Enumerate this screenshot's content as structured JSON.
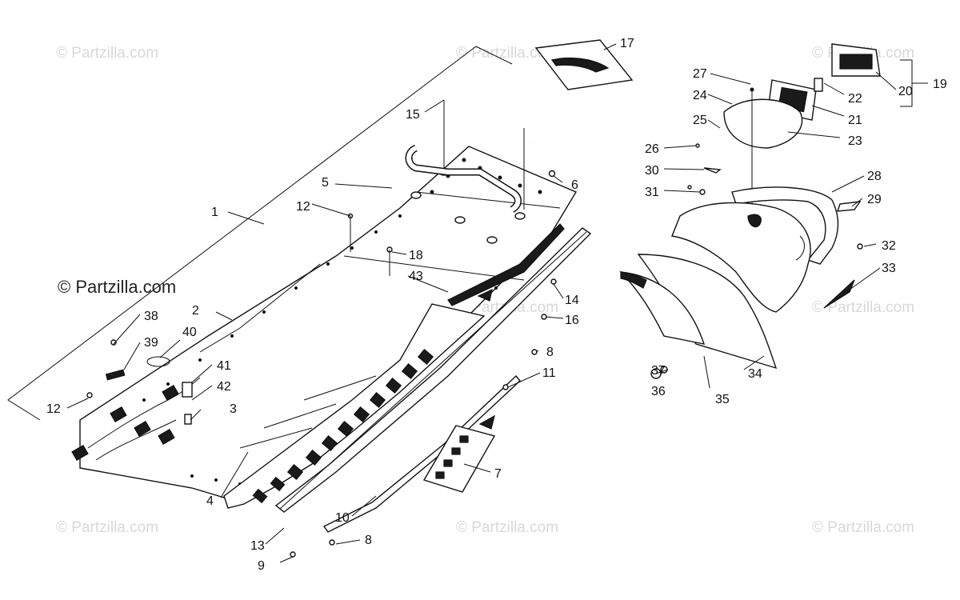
{
  "watermark": {
    "text": "© Partzilla.com",
    "prominent_text": "© Partzilla.com"
  },
  "callouts": {
    "c1": "1",
    "c2": "2",
    "c3": "3",
    "c4": "4",
    "c5": "5",
    "c6": "6",
    "c7": "7",
    "c8a": "8",
    "c8b": "8",
    "c9": "9",
    "c10": "10",
    "c11": "11",
    "c12a": "12",
    "c12b": "12",
    "c13": "13",
    "c14": "14",
    "c15": "15",
    "c16": "16",
    "c17": "17",
    "c18": "18",
    "c19": "19",
    "c20": "20",
    "c21": "21",
    "c22": "22",
    "c23": "23",
    "c24": "24",
    "c25": "25",
    "c26": "26",
    "c27": "27",
    "c28": "28",
    "c29": "29",
    "c30": "30",
    "c31": "31",
    "c32": "32",
    "c33": "33",
    "c34": "34",
    "c35": "35",
    "c36": "36",
    "c37": "37",
    "c38": "38",
    "c39": "39",
    "c40": "40",
    "c41": "41",
    "c42": "42",
    "c43": "43"
  }
}
